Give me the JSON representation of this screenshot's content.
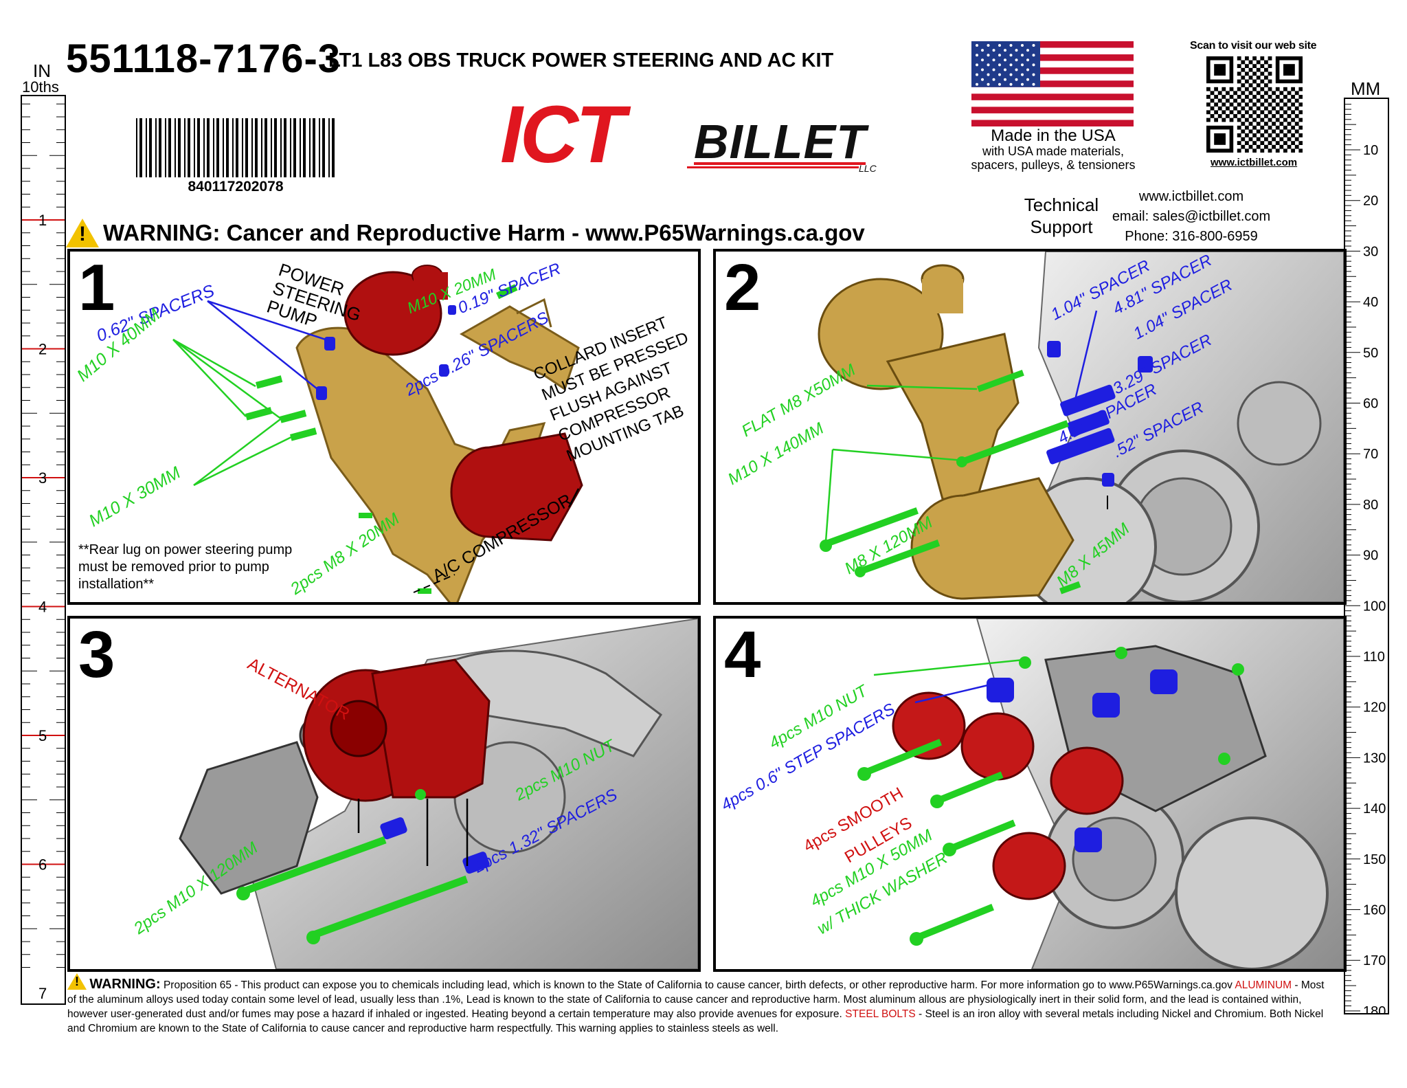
{
  "header": {
    "part_number": "551118-7176-3",
    "kit_title": "LT1 L83 OBS TRUCK POWER STEERING AND AC KIT",
    "barcode_number": "840117202078",
    "logo_main": "ICT",
    "logo_sub": "BILLET",
    "logo_llc": "LLC"
  },
  "usa": {
    "made_in": "Made in the USA",
    "line2": "with USA made materials,",
    "line3": "spacers, pulleys, & tensioners"
  },
  "qr": {
    "caption": "Scan to visit our web site",
    "url": "www.ictbillet.com"
  },
  "support": {
    "label_line1": "Technical",
    "label_line2": "Support",
    "website": "www.ictbillet.com",
    "email": "email: sales@ictbillet.com",
    "phone": "Phone: 316-800-6959"
  },
  "warning_banner": "WARNING: Cancer and Reproductive Harm - www.P65Warnings.ca.gov",
  "ruler_left": {
    "unit_top": "IN",
    "unit_sub": "10ths",
    "marks": [
      "1",
      "2",
      "3",
      "4",
      "5",
      "6",
      "7"
    ]
  },
  "ruler_right": {
    "unit": "MM",
    "marks": [
      "10",
      "20",
      "30",
      "40",
      "50",
      "60",
      "70",
      "80",
      "90",
      "100",
      "110",
      "120",
      "130",
      "140",
      "150",
      "160",
      "170",
      "180"
    ]
  },
  "panels": [
    {
      "number": "1",
      "labels": {
        "pump": "POWER STEERING PUMP",
        "m10x20": "M10 X 20MM",
        "sp019": "0.19\" SPACER",
        "sp062": "0.62\" SPACERS",
        "m10x40": "M10 X 40MM",
        "sp026": "2pcs  0.26\" SPACERS",
        "collard": "COLLARD INSERT MUST BE PRESSED FLUSH AGAINST COMPRESSOR MOUNTING TAB",
        "m10x30": "M10 X 30MM",
        "m8x20": "2pcs  M8 X 20MM",
        "ac": "A/C COMPRESSOR",
        "note": "**Rear lug on power steering pump must be removed prior to pump installation**"
      }
    },
    {
      "number": "2",
      "labels": {
        "sp104a": "1.04\" SPACER",
        "sp481": "4.81\" SPACER",
        "sp104b": "1.04\" SPACER",
        "sp329": "3.29\" SPACER",
        "flat": "FLAT M8 X50MM",
        "m10x140": "M10 X 140MM",
        "sp414": "4.14\" SPACER",
        "sp052": ".52\" SPACER",
        "m8x120": "M8 X 120MM",
        "m8x45": "M8 X 45MM"
      }
    },
    {
      "number": "3",
      "labels": {
        "alt": "ALTERNATOR",
        "nut": "2pcs  M10 NUT",
        "sp132": "2pcs  1.32\" SPACERS",
        "m10x120": "2pcs  M10 X 120MM"
      }
    },
    {
      "number": "4",
      "labels": {
        "nut": "4pcs  M10 NUT",
        "step": "4pcs  0.6\" STEP SPACERS",
        "pulleys_a": "4pcs SMOOTH",
        "pulleys_b": "PULLEYS",
        "bolt_a": "4pcs  M10 X 50MM",
        "bolt_b": "w/ THICK WASHER"
      }
    }
  ],
  "footer": {
    "warning_label": "WARNING:",
    "text1": "Proposition 65 - This product can expose you to chemicals including lead, which is known to the State of California to cause cancer, birth defects, or other reproductive harm. For more information go to www.P65Warnings.ca.gov",
    "aluminum_label": "ALUMINUM",
    "text2": "- Most of the aluminum alloys used today contain some level of lead, usually less than .1%, Lead is known to the state of California to cause cancer and reproductive harm. Most aluminum allous are physiologically inert in their solid form, and the lead is contained within, however user-generated dust and/or fumes may pose a hazard if inhaled or ingested. Heating beyond a certain temperature may also provide avenues for exposure.",
    "steel_label": "STEEL BOLTS",
    "text3": "- Steel is an iron alloy with several metals including Nickel and Chromium. Both Nickel and Chromium are known to the State of California to cause cancer and reproductive harm respectfully. This warning applies to stainless steels as well."
  },
  "colors": {
    "bolt_green": "#22d022",
    "spacer_blue": "#1e1ee0",
    "part_red": "#b01010",
    "bracket_gold": "#c9a24a",
    "logo_red": "#e0161f"
  }
}
